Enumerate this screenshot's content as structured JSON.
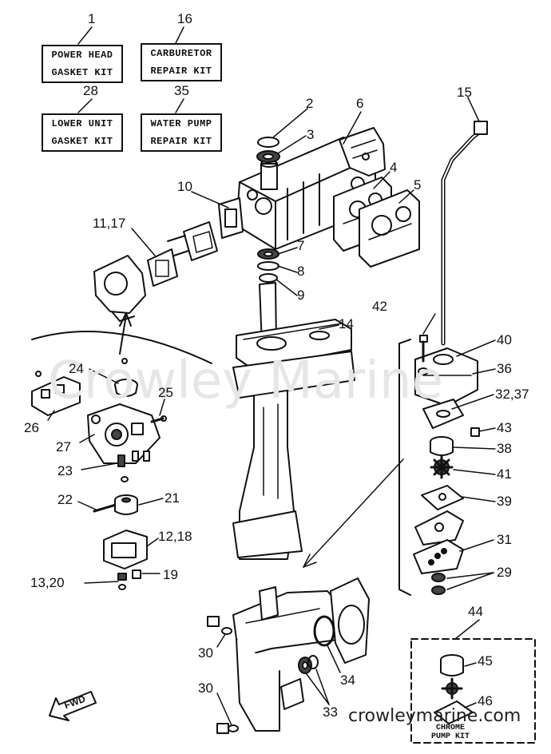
{
  "kits": [
    {
      "ref": "1",
      "line1": "POWER HEAD",
      "line2": "GASKET KIT"
    },
    {
      "ref": "16",
      "line1": "CARBURETOR",
      "line2": "REPAIR KIT"
    },
    {
      "ref": "28",
      "line1": "LOWER UNIT",
      "line2": "GASKET KIT"
    },
    {
      "ref": "35",
      "line1": "WATER PUMP",
      "line2": "REPAIR KIT"
    }
  ],
  "part_numbers": {
    "n2": "2",
    "n3": "3",
    "n4": "4",
    "n5": "5",
    "n6": "6",
    "n7": "7",
    "n8": "8",
    "n9": "9",
    "n10": "10",
    "n11_17": "11,17",
    "n12_18": "12,18",
    "n13_20": "13,20",
    "n14": "14",
    "n15": "15",
    "n19": "19",
    "n21": "21",
    "n22": "22",
    "n23": "23",
    "n24": "24",
    "n25": "25",
    "n26": "26",
    "n27": "27",
    "n29": "29",
    "n30a": "30",
    "n30b": "30",
    "n31": "31",
    "n32_37": "32,37",
    "n33": "33",
    "n34": "34",
    "n36": "36",
    "n38": "38",
    "n39": "39",
    "n40": "40",
    "n41": "41",
    "n42": "42",
    "n43": "43",
    "n44": "44",
    "n45": "45",
    "n46": "46"
  },
  "chrome_pump_kit": {
    "line1": "CHROME",
    "line2": "PUMP KIT"
  },
  "fwd_label": "FWD",
  "watermark": "Crowley Marine",
  "website": "crowleymarine.com"
}
